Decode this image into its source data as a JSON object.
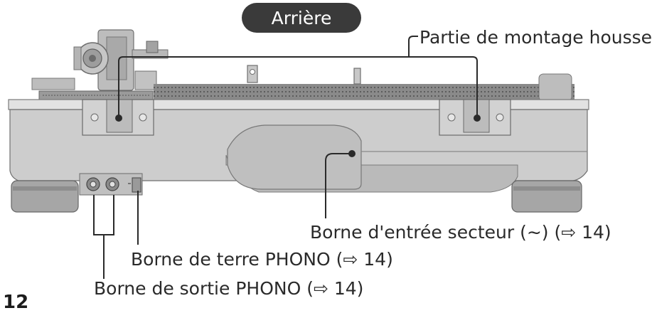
{
  "header": {
    "side_label": "Arrière"
  },
  "callouts": {
    "mount_part": "Partie de montage housse",
    "ac_inlet": "Borne d'entrée secteur (∼) (⇨ 14)",
    "ground_terminal": "Borne de terre PHONO (⇨ 14)",
    "output_terminal": "Borne de sortie PHONO (⇨ 14)"
  },
  "page": {
    "number": "12"
  },
  "colors": {
    "body": "#cdcdcd",
    "dark": "#7c7c7c",
    "ink": "#2a2a2a"
  }
}
